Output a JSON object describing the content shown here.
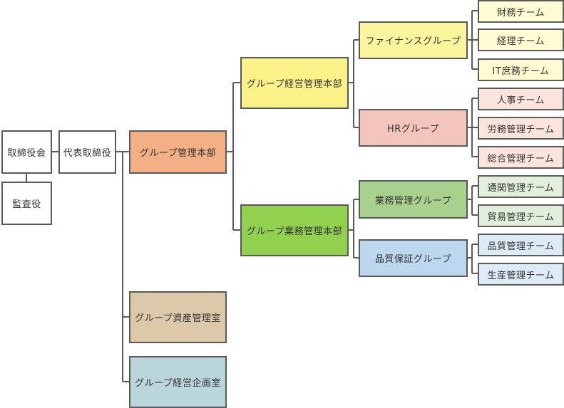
{
  "board": "取締役会",
  "auditor": "監査役",
  "ceo": "代表取締役",
  "group_mgmt_hq": "グループ管理本部",
  "group_strategy_hq": "グループ経営管理本部",
  "group_ops_hq": "グループ業務管理本部",
  "asset_office": "グループ資産管理室",
  "planning_office": "グループ経営企画室",
  "groups": {
    "finance": {
      "label": "ファイナンスグループ",
      "teams": [
        "財務チーム",
        "経理チーム",
        "IT庶務チーム"
      ]
    },
    "hr": {
      "label": "HRグループ",
      "teams": [
        "人事チーム",
        "労務管理チーム",
        "総合管理チーム"
      ]
    },
    "ops": {
      "label": "業務管理グループ",
      "teams": [
        "通関管理チーム",
        "貿易管理チーム"
      ]
    },
    "quality": {
      "label": "品質保証グループ",
      "teams": [
        "品質管理チーム",
        "生産管理チーム"
      ]
    }
  },
  "colors": {
    "group_mgmt_hq": "#f2b084",
    "strategy_hq": "#fbf38a",
    "ops_hq": "#92d050",
    "asset_office": "#dcc9a9",
    "planning_office": "#b9d6dc",
    "finance": "#fbf59e",
    "hr": "#f4c6bb",
    "ops": "#a9d18e",
    "quality": "#bdd7ee",
    "finance_team": "#fffcd4",
    "hr_team": "#fbe4dc",
    "ops_team": "#e2efda",
    "quality_team": "#ddebf7"
  }
}
